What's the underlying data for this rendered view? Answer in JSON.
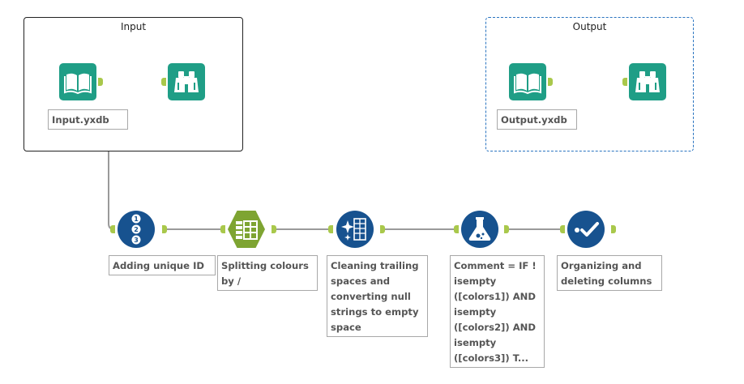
{
  "containers": {
    "input": {
      "title": "Input"
    },
    "output": {
      "title": "Output"
    }
  },
  "tools": {
    "input_data": {
      "label": "Input.yxdb",
      "icon": "book-icon"
    },
    "input_browse": {
      "icon": "binoculars-icon"
    },
    "output_data": {
      "label": "Output.yxdb",
      "icon": "book-icon"
    },
    "output_browse": {
      "icon": "binoculars-icon"
    },
    "record_id": {
      "label": "Adding unique ID",
      "icon": "numbered-list-icon"
    },
    "text_to_columns": {
      "label": "Splitting colours by /",
      "icon": "split-columns-icon"
    },
    "data_cleansing": {
      "label": "Cleaning trailing spaces and converting null strings to empty space",
      "icon": "cleansing-icon"
    },
    "formula": {
      "label": "Comment = IF ! isempty ([colors1]) AND isempty ([colors2]) AND isempty ([colors3]) T...",
      "icon": "flask-icon"
    },
    "select": {
      "label": "Organizing and deleting columns",
      "icon": "checkmark-icon"
    }
  },
  "colors": {
    "io_tool": "#1f9e86",
    "preparation_tool": "#17528f",
    "parse_tool": "#7ea432",
    "connector": "#9a9a9a",
    "anchor": "#a9c84b",
    "output_container_border": "#2a74c0"
  }
}
